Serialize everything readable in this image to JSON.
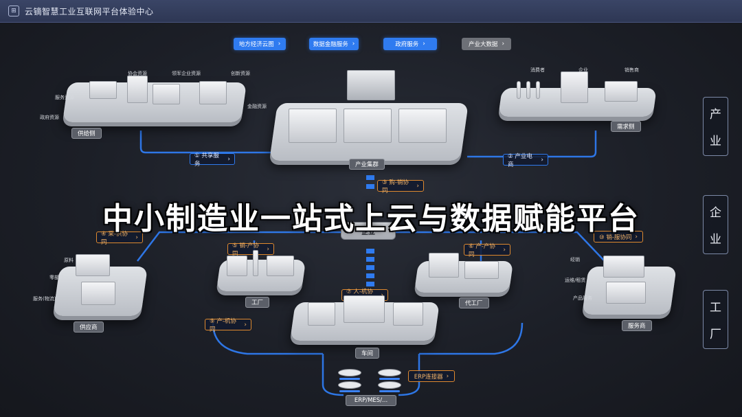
{
  "window": {
    "title": "云镝智慧工业互联网平台体验中心",
    "logo_glyph": "⊞"
  },
  "top_tabs": [
    {
      "label": "地方经济云图",
      "style": "blue"
    },
    {
      "label": "数据金融服务",
      "style": "blue"
    },
    {
      "label": "政府服务",
      "style": "blue"
    },
    {
      "label": "产业大数据",
      "style": "grey"
    }
  ],
  "headline": "中小制造业一站式上云与数据赋能平台",
  "side_nav": [
    {
      "line1": "产",
      "line2": "业"
    },
    {
      "line1": "企",
      "line2": "业"
    },
    {
      "line1": "工",
      "line2": "厂"
    }
  ],
  "blocks": {
    "supply": "供给侧",
    "demand": "需求侧",
    "cluster": "产业集群",
    "enterprise": "企业",
    "supplier": "供应商",
    "factory": "工厂",
    "oem": "代工厂",
    "workshop": "车间",
    "service": "服务商",
    "erp": "ERP/MES/..."
  },
  "supply_notes": [
    "协会资源",
    "领军企业资源",
    "创新资源",
    "服务资源",
    "金融资源",
    "政府资源"
  ],
  "demand_notes": [
    "消费者",
    "企业",
    "销售商"
  ],
  "supplier_notes": [
    "原料",
    "零部件",
    "服务(物流)"
  ],
  "service_notes": [
    "经销",
    "运维/租赁",
    "产品服务"
  ],
  "blue_pills": {
    "shared": "① 共享服务",
    "ecommerce": "② 产业电商"
  },
  "orange_pills": {
    "buy_sell": "③ 购-销协同",
    "procure_supply": "④ 采-供协同",
    "sell_produce": "⑤ 销-产协同",
    "prod_prod": "⑥ 产-产协同",
    "human_machine": "⑦ 人-机协同",
    "machine_machine": "⑧ 机-机协同",
    "prod_machine": "⑨ 产-机协同",
    "sell_service": "⑩ 销-服协同",
    "erp_connector": "ERP连接器"
  },
  "icons": {
    "chevron": "›"
  },
  "colors": {
    "accent_blue": "#2f7bf0",
    "accent_orange": "#e08a2e",
    "titlebar": "#343e5e"
  }
}
